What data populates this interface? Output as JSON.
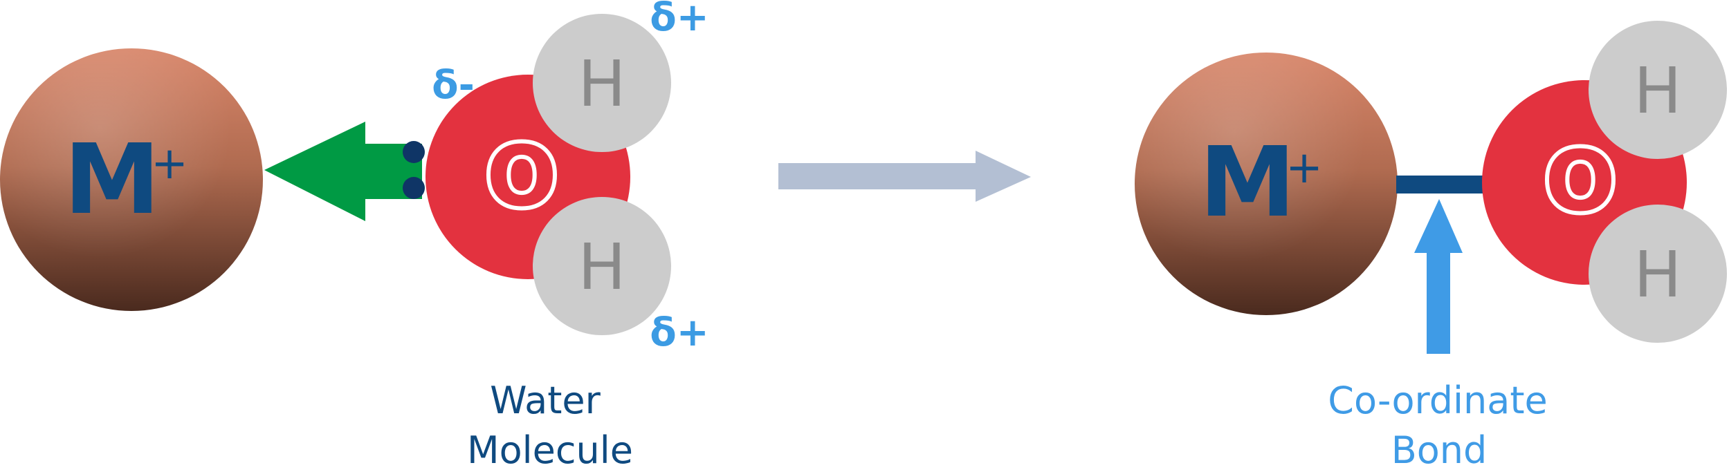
{
  "colors": {
    "metal_top": "#d8866a",
    "metal_bottom": "#4a2a1e",
    "metal_label": "#0f4a80",
    "oxygen": "#e3323f",
    "hydrogen": "#cccccc",
    "hydrogen_label": "#8a8a8a",
    "delta": "#3c9be3",
    "green_arrow": "#009a44",
    "lone_pair": "#0f3566",
    "reaction_arrow": "#b3bfd3",
    "bond": "#0f4a80",
    "bond_arrow": "#3f9be6",
    "caption_dark": "#0f4a80",
    "caption_light": "#3f9be6"
  },
  "left": {
    "metal": {
      "symbol": "M",
      "charge": "+"
    },
    "oxygen": {
      "symbol": "O",
      "charge": "δ-"
    },
    "hydrogen_top": {
      "symbol": "H",
      "charge": "δ+"
    },
    "hydrogen_bottom": {
      "symbol": "H",
      "charge": "δ+"
    },
    "caption": {
      "line1": "Water",
      "line2": "Molecule"
    }
  },
  "right": {
    "metal": {
      "symbol": "M",
      "charge": "+"
    },
    "oxygen": {
      "symbol": "O"
    },
    "hydrogen_top": {
      "symbol": "H"
    },
    "hydrogen_bottom": {
      "symbol": "H"
    },
    "caption": {
      "line1": "Co-ordinate",
      "line2": "Bond"
    }
  }
}
